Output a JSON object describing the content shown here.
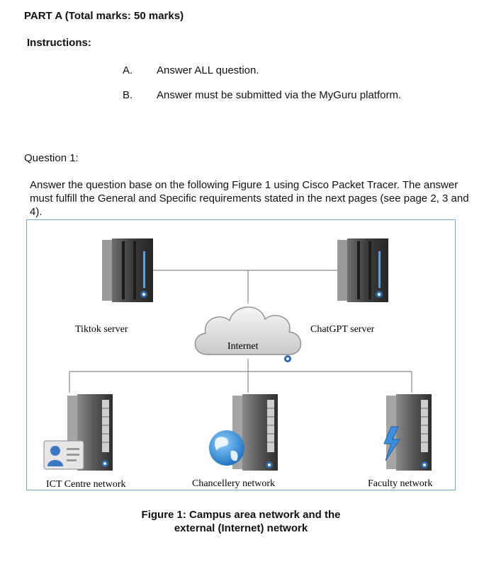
{
  "part": {
    "title": "PART A (Total marks: 50 marks)"
  },
  "instructions": {
    "title": "Instructions:",
    "items": [
      {
        "letter": "A.",
        "text": "Answer ALL question."
      },
      {
        "letter": "B.",
        "text": "Answer must be submitted via the MyGuru platform."
      }
    ]
  },
  "question": {
    "title": "Question 1:",
    "body": "Answer the question base on the following Figure 1 using Cisco Packet Tracer. The answer must fulfill the General and Specific requirements stated in the next pages (see page 2, 3 and 4)."
  },
  "figure": {
    "nodes": {
      "tiktok": "Tiktok server",
      "chatgpt": "ChatGPT server",
      "internet": "Internet",
      "ict": "ICT Centre network",
      "chancellery": "Chancellery network",
      "faculty": "Faculty network"
    },
    "caption_line1": "Figure 1: Campus area network and the",
    "caption_line2": "external (Internet) network"
  }
}
